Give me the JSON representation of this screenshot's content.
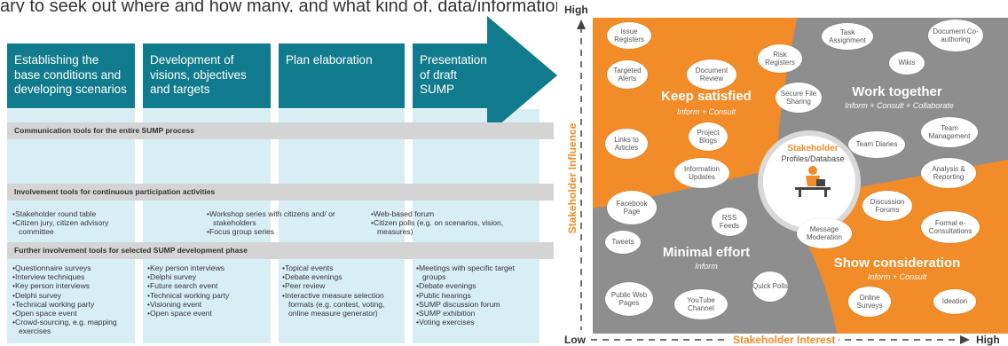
{
  "top_fragment": "ary to seek out where and how many, and what kind of, data/information are needed to analyse the key information issues and problems",
  "phases": [
    "Establishing the base conditions and developing scenarios",
    "Development of visions, objectives and targets",
    "Plan elaboration",
    "Presentation of draft SUMP"
  ],
  "bands": {
    "communication": "Communication tools for the entire SUMP process",
    "continuous": "Involvement tools for continuous participation activities",
    "further": "Further involvement tools for selected SUMP development phase"
  },
  "continuous_lists": {
    "col1": [
      "Stakeholder round table",
      "Citizen jury, citizen advisory committee"
    ],
    "col2": [
      "Workshop series with citizens and/ or stakeholders",
      "Focus group series"
    ],
    "col3": [
      "Web-based forum",
      "Citizen polls (e.g. on scenarios, vision, measures)"
    ]
  },
  "further_lists": {
    "col1": [
      "Questionnaire surveys",
      "Interview techniques",
      "Key person interviews",
      "Delphi survey",
      "Technical working party",
      "Open space event",
      "Crowd-sourcing, e.g. mapping exercises"
    ],
    "col2": [
      "Key person interviews",
      "Delphi survey",
      "Future search event",
      "Technical working party",
      "Visioning event",
      "Open space event"
    ],
    "col3": [
      "Topical events",
      "Debate evenings",
      "Peer review",
      "Interactive measure selection formats (e.g. contest, voting, online measure generator)"
    ],
    "col4": [
      "Meetings with specific target groups",
      "Debate evenings",
      "Public hearings",
      "SUMP discussion forum",
      "SUMP exhibition",
      "Voting exercises"
    ]
  },
  "matrix": {
    "axis_high": "High",
    "axis_low": "Low",
    "axis_high_x": "High",
    "y_label": "Stakeholder Influence",
    "x_label": "Stakeholder Interest",
    "center_title": "Stakeholder",
    "center_sub": "Profiles/Database",
    "quadrants": {
      "keep_satisfied": {
        "title": "Keep satisfied",
        "sub": "Inform + Consult"
      },
      "work_together": {
        "title": "Work together",
        "sub": "Inform + Consult + Collaborate"
      },
      "minimal_effort": {
        "title": "Minimal effort",
        "sub": "Inform"
      },
      "show_consideration": {
        "title": "Show consideration",
        "sub": "Inform + Consult"
      }
    },
    "bubbles": {
      "issue_registers": "Issue Registers",
      "document_review": "Document Review",
      "risk_registers": "Risk Registers",
      "task_assignment": "Task Assignment",
      "document_coauthoring": "Document Co-authoring",
      "targeted_alerts": "Targeted Alerts",
      "wikis": "Wikis",
      "secure_file_sharing": "Secure File Sharing",
      "links_to_articles": "Links to Articles",
      "project_blogs": "Project Blogs",
      "team_diaries": "Team Diaries",
      "team_management": "Team Management",
      "information_updates": "Information Updates",
      "analysis_reporting": "Analysis & Reporting",
      "facebook_page": "Facebook Page",
      "discussion_forums": "Discussion Forums",
      "rss_feeds": "RSS Feeds",
      "message_moderation": "Message Moderation",
      "formal_econsultations": "Formal e-Consultations",
      "tweets": "Tweets",
      "quick_polls": "Quick Polls",
      "public_web_pages": "Public Web Pages",
      "youtube_channel": "YouTube Channel",
      "online_surveys": "Online Surveys",
      "ideation": "Ideation"
    }
  },
  "colors": {
    "teal": "#117b8e",
    "light_blue": "#d8eef5",
    "band_grey": "#d4d4d4",
    "orange": "#f28c28",
    "grey": "#8e8e8e"
  }
}
